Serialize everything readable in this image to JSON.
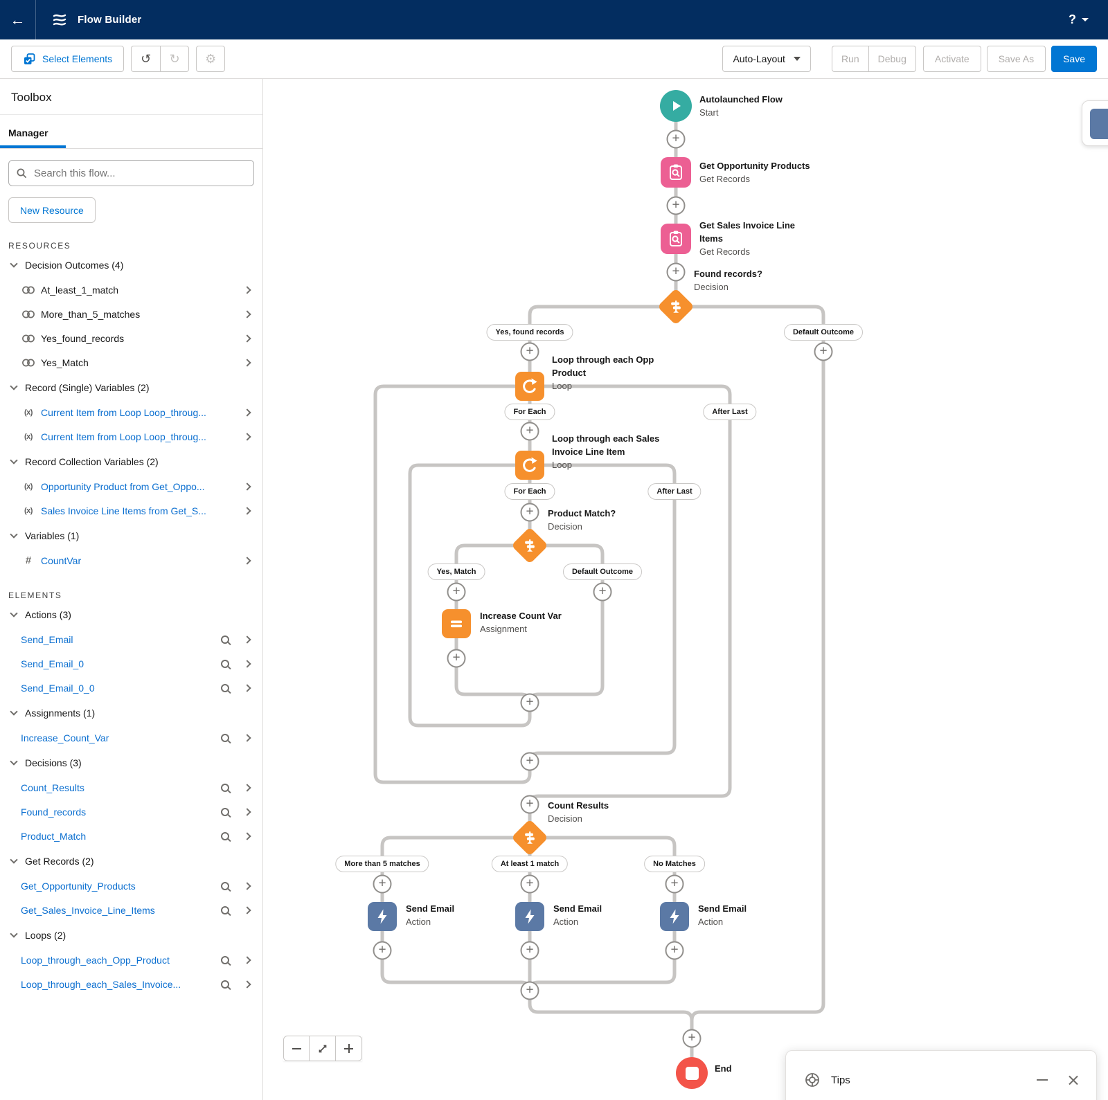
{
  "header": {
    "title": "Flow Builder"
  },
  "icons": {
    "back": "←",
    "help": "?",
    "gear": "⚙",
    "undo": "↺",
    "redo": "↻",
    "sobject": "(x)",
    "number": "#"
  },
  "toolbar": {
    "select_elements": "Select Elements",
    "auto_layout": "Auto-Layout",
    "run": "Run",
    "debug": "Debug",
    "activate": "Activate",
    "save_as": "Save As",
    "save": "Save"
  },
  "sidebar": {
    "title": "Toolbox",
    "tab": "Manager",
    "search_placeholder": "Search this flow...",
    "new_resource": "New Resource",
    "resources_label": "RESOURCES",
    "elements_label": "ELEMENTS",
    "resource_sections": [
      {
        "label": "Decision Outcomes (4)",
        "items": [
          "At_least_1_match",
          "More_than_5_matches",
          "Yes_found_records",
          "Yes_Match"
        ]
      },
      {
        "label": "Record (Single) Variables (2)",
        "items": [
          "Current Item from Loop Loop_throug...",
          "Current Item from Loop Loop_throug..."
        ]
      },
      {
        "label": "Record Collection Variables (2)",
        "items": [
          "Opportunity Product from Get_Oppo...",
          "Sales Invoice Line Items from Get_S..."
        ]
      },
      {
        "label": "Variables (1)",
        "items": [
          "CountVar"
        ]
      }
    ],
    "element_sections": [
      {
        "label": "Actions (3)",
        "items": [
          "Send_Email",
          "Send_Email_0",
          "Send_Email_0_0"
        ]
      },
      {
        "label": "Assignments (1)",
        "items": [
          "Increase_Count_Var"
        ]
      },
      {
        "label": "Decisions (3)",
        "items": [
          "Count_Results",
          "Found_records",
          "Product_Match"
        ]
      },
      {
        "label": "Get Records (2)",
        "items": [
          "Get_Opportunity_Products",
          "Get_Sales_Invoice_Line_Items"
        ]
      },
      {
        "label": "Loops (2)",
        "items": [
          "Loop_through_each_Opp_Product",
          "Loop_through_each_Sales_Invoice..."
        ]
      }
    ]
  },
  "flow": {
    "start": {
      "title": "Autolaunched Flow",
      "type": "Start"
    },
    "get_opp": {
      "title": "Get Opportunity Products",
      "type": "Get Records"
    },
    "get_sales": {
      "title": "Get Sales Invoice Line Items",
      "type": "Get Records"
    },
    "found_records": {
      "title": "Found records?",
      "type": "Decision"
    },
    "loop_opp": {
      "title": "Loop through each Opp Product",
      "type": "Loop"
    },
    "loop_sales": {
      "title": "Loop through each Sales Invoice Line Item",
      "type": "Loop"
    },
    "product_match": {
      "title": "Product Match?",
      "type": "Decision"
    },
    "increase_count": {
      "title": "Increase Count Var",
      "type": "Assignment"
    },
    "count_results": {
      "title": "Count Results",
      "type": "Decision"
    },
    "send_email_1": {
      "title": "Send Email",
      "type": "Action"
    },
    "send_email_2": {
      "title": "Send Email",
      "type": "Action"
    },
    "send_email_3": {
      "title": "Send Email",
      "type": "Action"
    },
    "end": {
      "title": "End"
    },
    "pills": {
      "yes_found_records": "Yes, found records",
      "default_outcome_1": "Default Outcome",
      "for_each_1": "For Each",
      "after_last_1": "After Last",
      "for_each_2": "For Each",
      "after_last_2": "After Last",
      "yes_match": "Yes, Match",
      "default_outcome_2": "Default Outcome",
      "more_than_5_matches": "More than 5 matches",
      "at_least_1_match": "At least 1 match",
      "no_matches": "No Matches"
    }
  },
  "tips": {
    "title": "Tips"
  }
}
